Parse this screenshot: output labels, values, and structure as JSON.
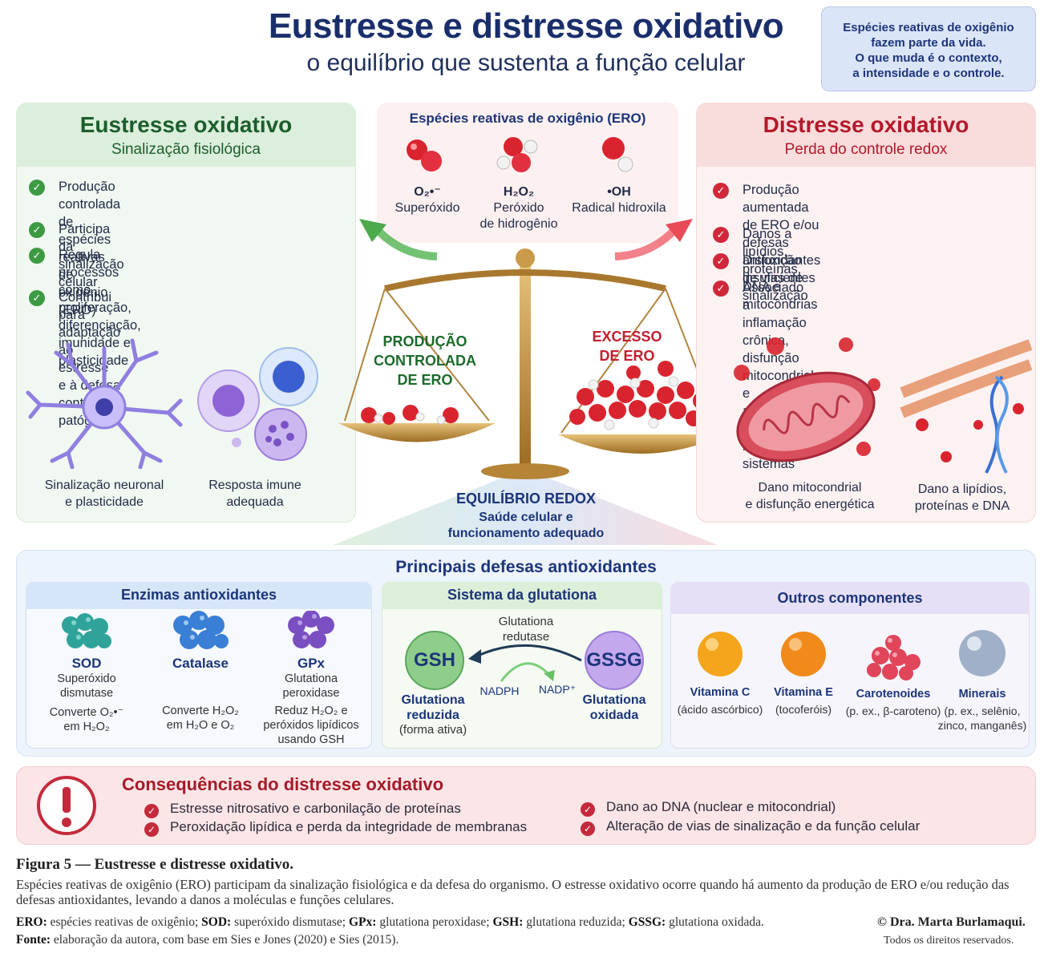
{
  "header": {
    "title": "Eustresse e distresse oxidativo",
    "subtitle": "o equilíbrio que sustenta a função celular",
    "note": "Espécies reativas de oxigênio\nfazem parte da vida.\nO que muda é o contexto,\na intensidade e o controle."
  },
  "eustress": {
    "title": "Eustresse oxidativo",
    "subtitle": "Sinalização fisiológica",
    "items": [
      "Produção controlada de espécies reativas\nde oxigênio (ERO)",
      "Participa da sinalização celular",
      "Regula processos como proliferação,\ndiferenciação, imunidade e plasticidade",
      "Contribui para adaptação ao estresse\ne à defesa contra patógenos"
    ],
    "captions": [
      "Sinalização neuronal\ne plasticidade",
      "Resposta imune\nadequada"
    ],
    "color": "#1c5e2b"
  },
  "ros": {
    "title": "Espécies reativas de oxigênio (ERO)",
    "molecules": [
      {
        "formula": "O₂•⁻",
        "name": "Superóxido"
      },
      {
        "formula": "H₂O₂",
        "name": "Peróxido\nde hidrogênio"
      },
      {
        "formula": "•OH",
        "name": "Radical hidroxila"
      }
    ]
  },
  "balance": {
    "left_label": "PRODUÇÃO\nCONTROLADA\nDE ERO",
    "right_label": "EXCESSO\nDE ERO",
    "center_title": "EQUILÍBRIO REDOX",
    "center_text": "Saúde celular e\nfuncionamento adequado"
  },
  "distress": {
    "title": "Distresse oxidativo",
    "subtitle": "Perda do controle redox",
    "items": [
      "Produção aumentada de ERO e/ou\ndefesas antioxidantes insuficientes",
      "Danos a lipídios, proteínas, DNA e mitocôndrias",
      "Disfunção de vias de sinalização",
      "Associado a inflamação crônica, disfunção\nmitocondrial e alterações em múltiplos sistemas"
    ],
    "captions": [
      "Dano mitocondrial\ne disfunção energética",
      "Dano a lipídios,\nproteínas e DNA"
    ],
    "color": "#b3192a"
  },
  "defenses": {
    "title": "Principais defesas antioxidantes",
    "enzymes": {
      "title": "Enzimas antioxidantes",
      "items": [
        {
          "name": "SOD",
          "full": "Superóxido\ndismutase",
          "desc": "Converte O₂•⁻\nem H₂O₂",
          "color": "#2fa39a"
        },
        {
          "name": "Catalase",
          "full": "",
          "desc": "Converte H₂O₂\nem H₂O e O₂",
          "color": "#3a7fd6"
        },
        {
          "name": "GPx",
          "full": "Glutationa\nperoxidase",
          "desc": "Reduz H₂O₂ e\nperóxidos lipídicos\nusando GSH",
          "color": "#7a4fc2"
        }
      ]
    },
    "glutathione": {
      "title": "Sistema da glutationa",
      "enzyme": "Glutationa\nredutase",
      "gsh": "GSH",
      "gssg": "GSSG",
      "nadph": "NADPH",
      "nadp": "NADP⁺",
      "gsh_label": "Glutationa\nreduzida",
      "gsh_note": "(forma ativa)",
      "gssg_label": "Glutationa\noxidada"
    },
    "others": {
      "title": "Outros componentes",
      "items": [
        {
          "name": "Vitamina C",
          "desc": "(ácido ascórbico)",
          "color": "#f4a51c"
        },
        {
          "name": "Vitamina E",
          "desc": "(tocoferóis)",
          "color": "#f08a1a"
        },
        {
          "name": "Carotenoides",
          "desc": "(p. ex., β-caroteno)",
          "color": "#e0455a"
        },
        {
          "name": "Minerais",
          "desc": "(p. ex., selênio,\nzinco, manganês)",
          "color": "#9fb0c8"
        }
      ]
    }
  },
  "consequences": {
    "title": "Consequências do distresse oxidativo",
    "left": [
      "Estresse nitrosativo e carbonilação de proteínas",
      "Peroxidação lipídica e perda da integridade de membranas"
    ],
    "right": [
      "Dano ao DNA (nuclear e mitocondrial)",
      "Alteração de vias de sinalização e da função celular"
    ]
  },
  "figure": {
    "title": "Figura 5 — Eustresse e distresse oxidativo.",
    "body": "Espécies reativas de oxigênio (ERO) participam da sinalização fisiológica e da defesa do organismo. O estresse oxidativo ocorre quando há aumento da produção de ERO e/ou redução das defesas antioxidantes, levando a danos a moléculas e funções celulares.",
    "abbr": [
      {
        "k": "ERO:",
        "v": " espécies reativas de oxigênio; "
      },
      {
        "k": "SOD:",
        "v": " superóxido dismutase; "
      },
      {
        "k": "GPx:",
        "v": " glutationa peroxidase; "
      },
      {
        "k": "GSH:",
        "v": " glutationa reduzida; "
      },
      {
        "k": "GSSG:",
        "v": " glutationa oxidada."
      }
    ],
    "source_label": "Fonte:",
    "source": " elaboração da autora, com base em Sies e Jones (2020) e Sies (2015).",
    "copyright": "© Dra. Marta Burlamaqui.",
    "rights": "Todos os direitos reservados."
  }
}
